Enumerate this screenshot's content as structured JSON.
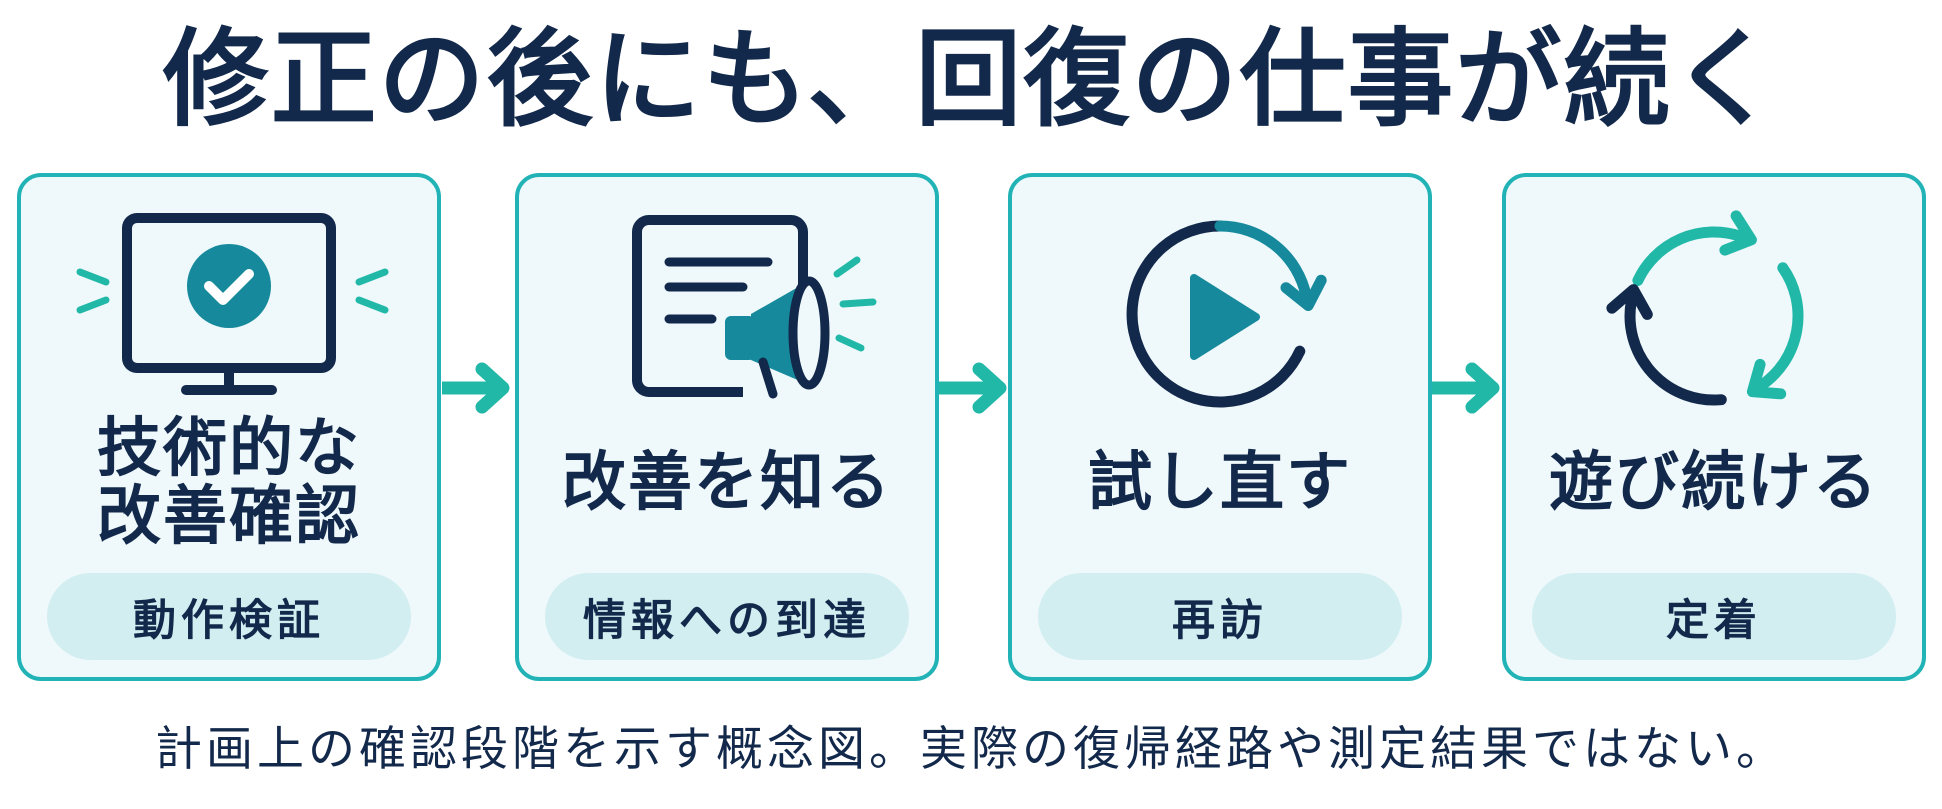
{
  "title": "修正の後にも、回復の仕事が続く",
  "steps": [
    {
      "icon": "monitor-check-icon",
      "title_lines": [
        "技術的な",
        "改善確認"
      ],
      "label": "動作検証"
    },
    {
      "icon": "document-megaphone-icon",
      "title_lines": [
        "改善を知る"
      ],
      "label": "情報への到達"
    },
    {
      "icon": "replay-icon",
      "title_lines": [
        "試し直す"
      ],
      "label": "再訪"
    },
    {
      "icon": "cycle-arrows-icon",
      "title_lines": [
        "遊び続ける"
      ],
      "label": "定着"
    }
  ],
  "connector_icon": "right-arrow-icon",
  "footnote": "計画上の確認段階を示す概念図。実際の復帰経路や測定結果ではない。",
  "colors": {
    "navy": "#13294b",
    "border": "#22b3b6",
    "card_bg": "#eff9fb",
    "pill_bg": "#d2eef1",
    "accent": "#168a9c",
    "arrow": "#22b8a8"
  }
}
